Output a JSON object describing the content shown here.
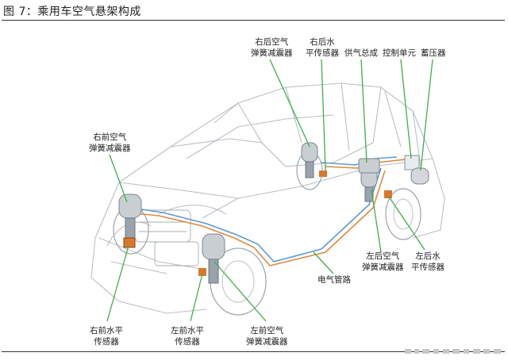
{
  "figure": {
    "title": "图 7：乘用车空气悬架构成"
  },
  "labels": {
    "rear_right_air_spring": [
      "右后空气",
      "弹簧减震器"
    ],
    "rear_right_height_sensor": [
      "右后水",
      "平传感器"
    ],
    "air_supply_unit": "供气总成",
    "control_unit": "控制单元",
    "reservoir": "蓄压器",
    "front_right_air_spring": [
      "右前空气",
      "弹簧减震器"
    ],
    "rear_left_air_spring": [
      "左后空气",
      "弹簧减震器"
    ],
    "rear_left_height_sensor": [
      "左后水",
      "平传感器"
    ],
    "air_lines": "电气管路",
    "front_right_height_sensor": [
      "右前水平",
      "传感器"
    ],
    "front_left_height_sensor": [
      "左前水平",
      "传感器"
    ],
    "front_left_air_spring": [
      "左前空气",
      "弹簧减震器"
    ]
  },
  "colors": {
    "leader_line": "#3fae4a",
    "air_line_orange": "#e08a3c",
    "air_line_blue": "#5b9bd5",
    "car_outline": "#b9bec4",
    "component_gray": "#9aa3ad",
    "component_orange": "#d9772b"
  }
}
